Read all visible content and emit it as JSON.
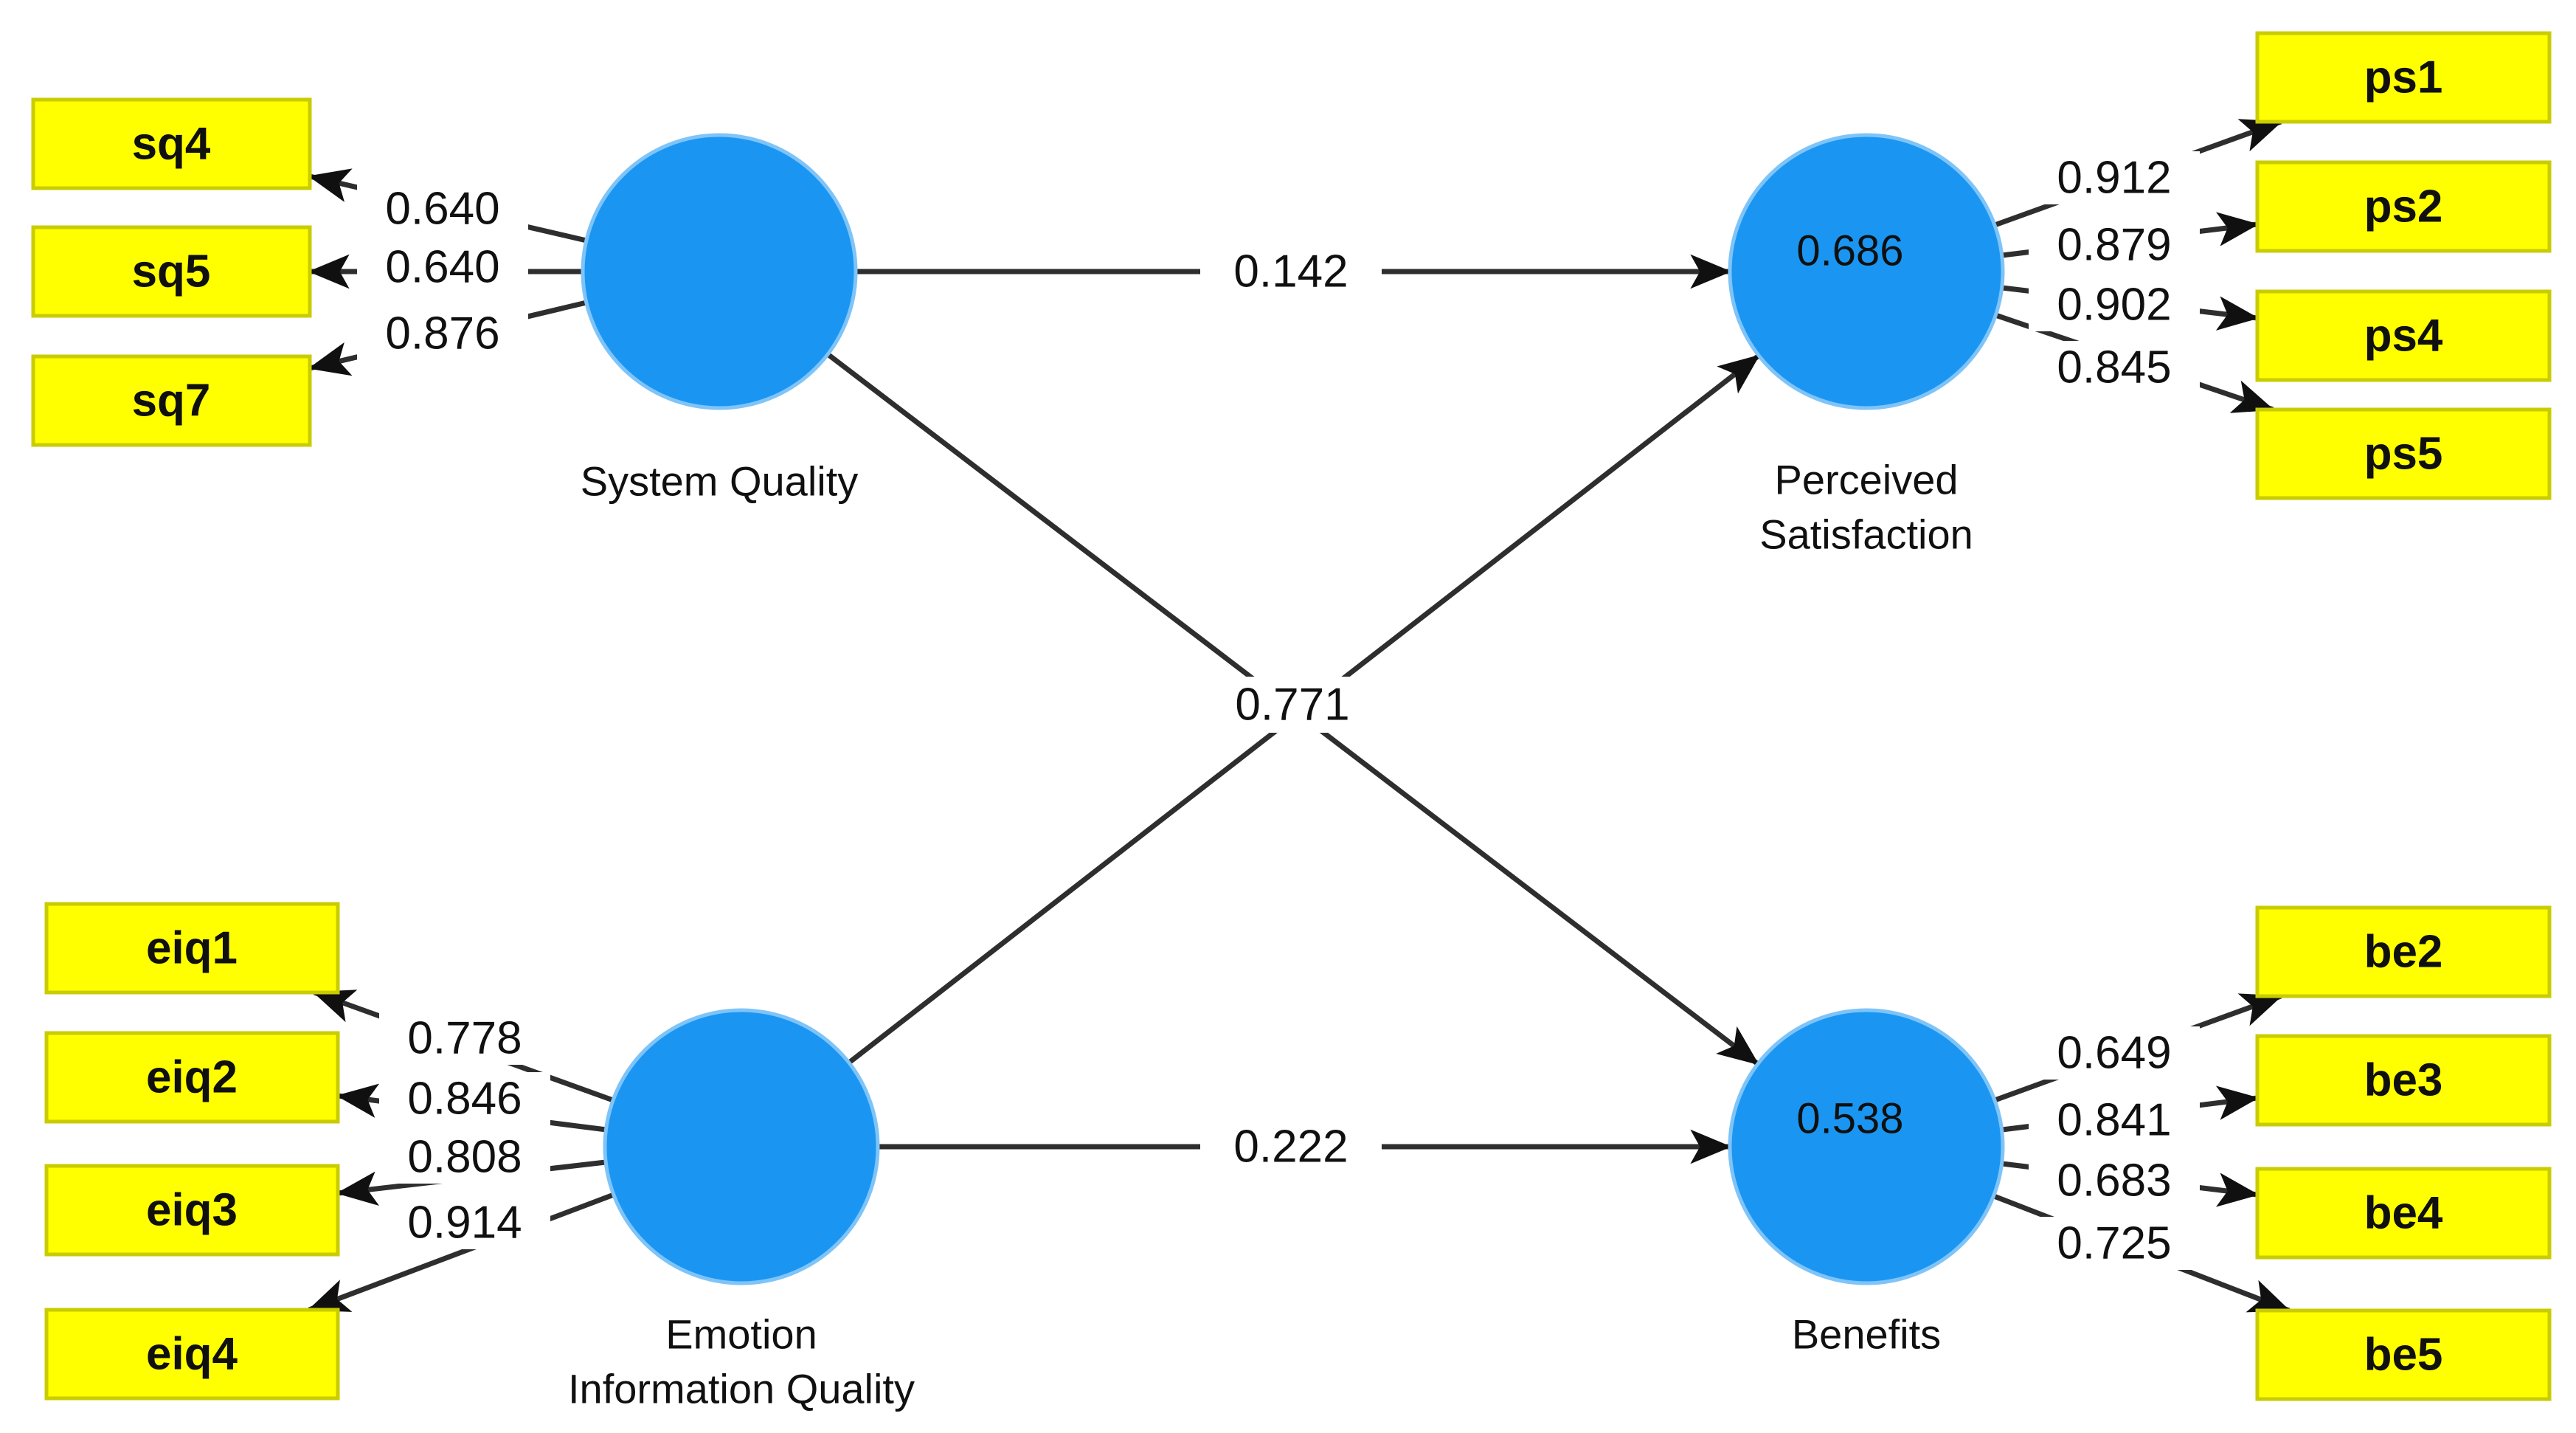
{
  "colors": {
    "construct_fill": "#1a96f2",
    "construct_edge": "#7fc4f8",
    "indicator_fill": "#ffff00",
    "indicator_border": "#c9cc00",
    "connector": "#2e2e2e",
    "arrow_fill": "#101010",
    "r2_text": "#ffffff",
    "background": "#ffffff"
  },
  "constructs": {
    "system_quality": {
      "label": "System Quality",
      "indicators": [
        {
          "name": "sq4",
          "loading": "0.640"
        },
        {
          "name": "sq5",
          "loading": "0.640"
        },
        {
          "name": "sq7",
          "loading": "0.876"
        }
      ]
    },
    "emotion_information_quality": {
      "label_lines": [
        "Emotion",
        "Information Quality"
      ],
      "indicators": [
        {
          "name": "eiq1",
          "loading": "0.778"
        },
        {
          "name": "eiq2",
          "loading": "0.846"
        },
        {
          "name": "eiq3",
          "loading": "0.808"
        },
        {
          "name": "eiq4",
          "loading": "0.914"
        }
      ]
    },
    "perceived_satisfaction": {
      "label_lines": [
        "Perceived",
        "Satisfaction"
      ],
      "r_squared": "0.686",
      "indicators": [
        {
          "name": "ps1",
          "loading": "0.912"
        },
        {
          "name": "ps2",
          "loading": "0.879"
        },
        {
          "name": "ps4",
          "loading": "0.902"
        },
        {
          "name": "ps5",
          "loading": "0.845"
        }
      ]
    },
    "benefits": {
      "label": "Benefits",
      "r_squared": "0.538",
      "indicators": [
        {
          "name": "be2",
          "loading": "0.649"
        },
        {
          "name": "be3",
          "loading": "0.841"
        },
        {
          "name": "be4",
          "loading": "0.683"
        },
        {
          "name": "be5",
          "loading": "0.725"
        }
      ]
    }
  },
  "path_coefficients": {
    "sq_to_ps": "0.142",
    "crossing": "0.771",
    "eiq_to_be": "0.222"
  }
}
